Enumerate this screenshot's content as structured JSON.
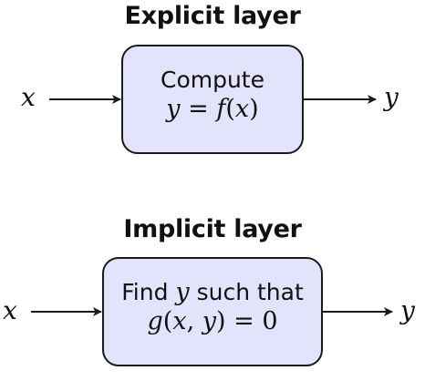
{
  "explicit": {
    "title": "Explicit layer",
    "input": "x",
    "output": "y",
    "box_line1": "Compute",
    "box_line2": "y = f(x)"
  },
  "implicit": {
    "title": "Implicit layer",
    "input": "x",
    "output": "y",
    "box_line1": "Find y such that",
    "box_line2": "g(x, y) = 0"
  },
  "colors": {
    "box_fill": "#e3e3fb",
    "stroke": "#1a1a1a"
  }
}
